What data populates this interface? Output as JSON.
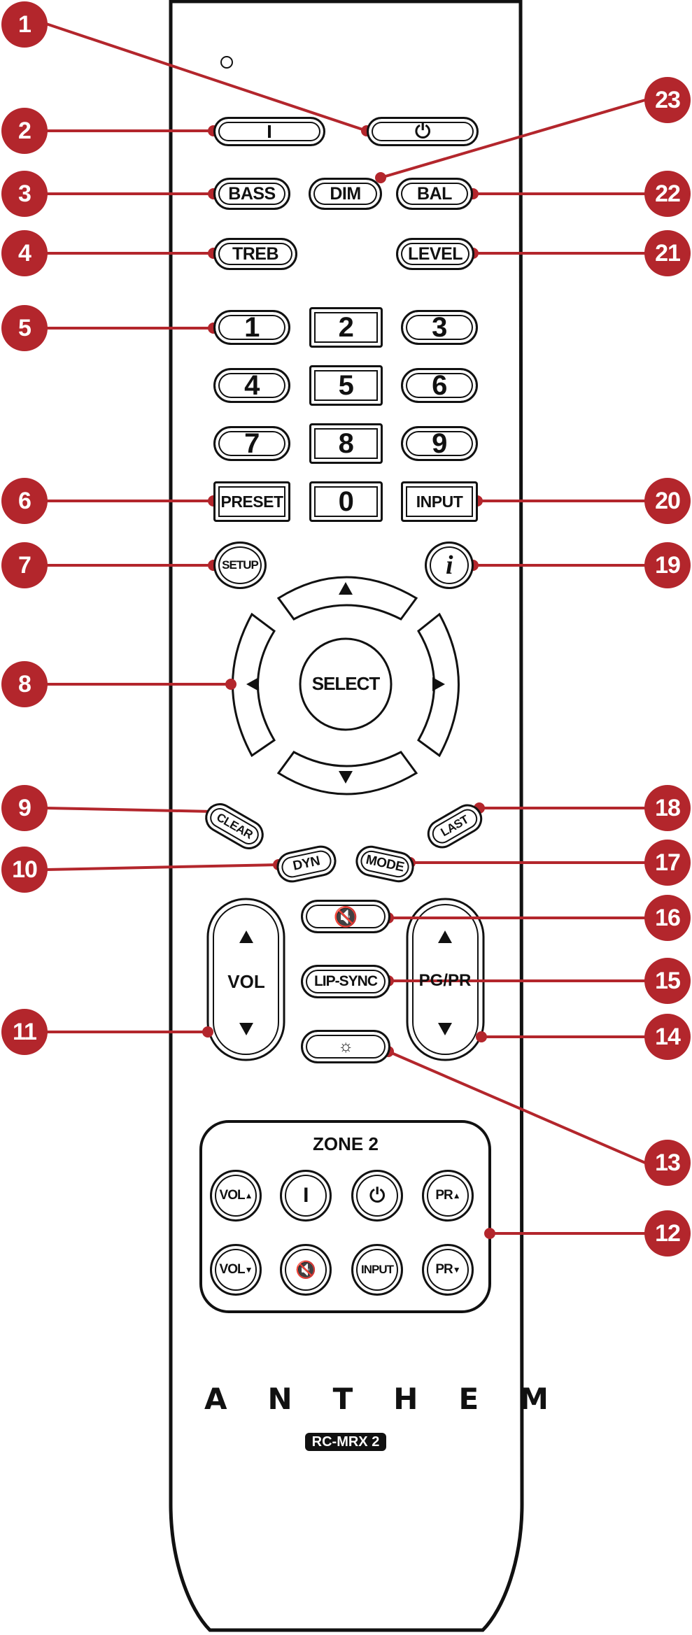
{
  "remote": {
    "buttons": {
      "standby_icon": "standby-bar-icon",
      "power_icon": "power-icon",
      "bass": "BASS",
      "dim": "DIM",
      "bal": "BAL",
      "treb": "TREB",
      "level": "LEVEL",
      "digits": [
        "1",
        "2",
        "3",
        "4",
        "5",
        "6",
        "7",
        "8",
        "9",
        "0"
      ],
      "preset": "PRESET",
      "input": "INPUT",
      "setup": "SETUP",
      "info": "i",
      "select": "SELECT",
      "clear": "CLEAR",
      "last": "LAST",
      "dyn": "DYN",
      "mode": "MODE",
      "vol": "VOL",
      "lip_sync": "LIP-SYNC",
      "pg_pr": "PG/PR"
    },
    "zone2": {
      "title": "ZONE 2",
      "vol_up": "VOL",
      "power_on": "I",
      "pr_up": "PR",
      "vol_down": "VOL",
      "input": "INPUT",
      "pr_down": "PR"
    },
    "brand": "ANTHEM",
    "model": "RC-MRX 2"
  },
  "callouts": [
    "1",
    "2",
    "3",
    "4",
    "5",
    "6",
    "7",
    "8",
    "9",
    "10",
    "11",
    "12",
    "13",
    "14",
    "15",
    "16",
    "17",
    "18",
    "19",
    "20",
    "21",
    "22",
    "23"
  ],
  "colors": {
    "callout": "#b3262c",
    "outline": "#111111"
  }
}
